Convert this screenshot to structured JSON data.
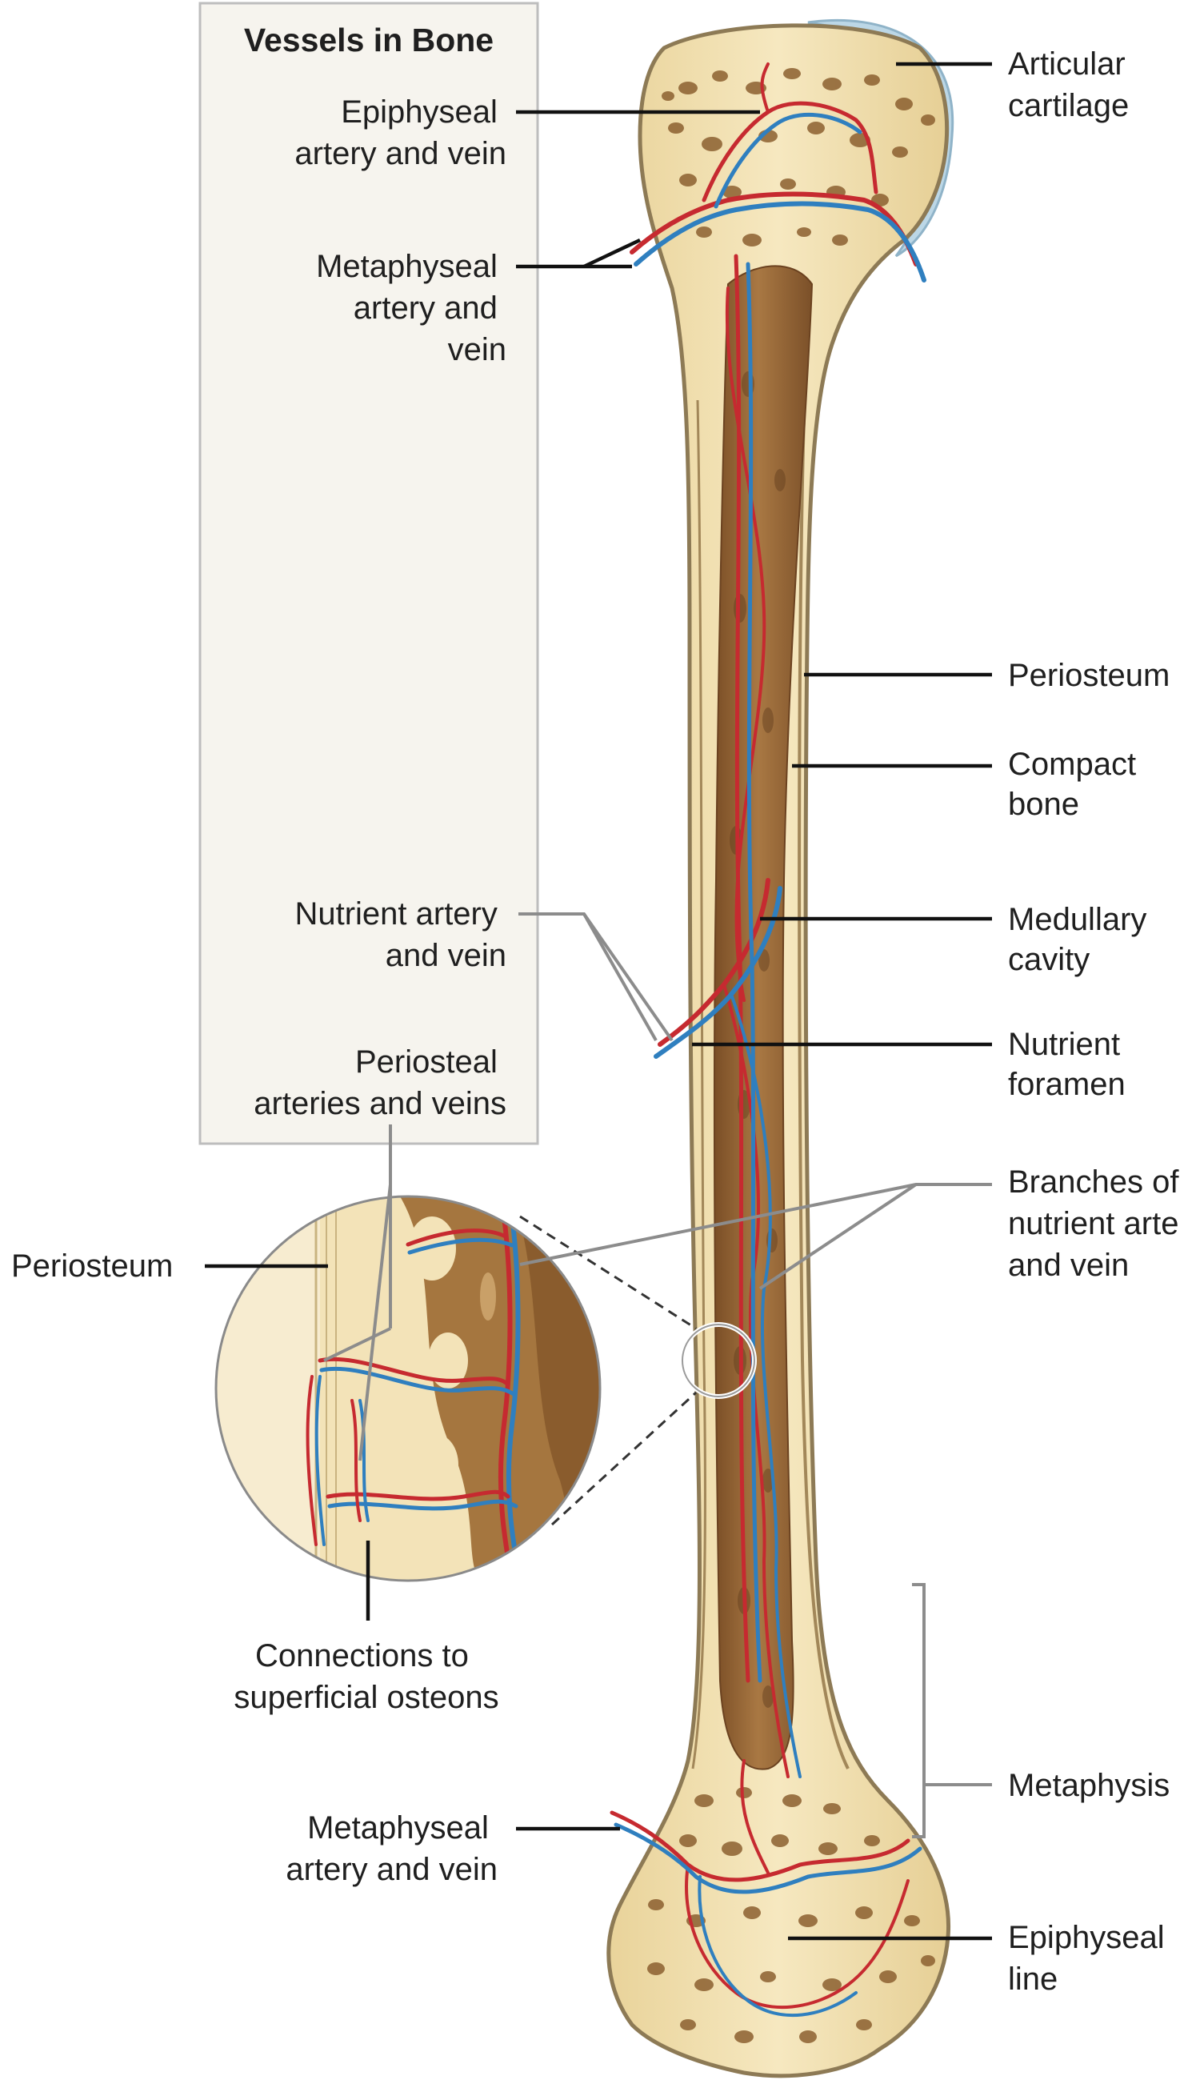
{
  "inset_box": {
    "title": "Vessels in Bone"
  },
  "labels": {
    "epiphyseal_artery_vein": [
      "Epiphyseal",
      "artery and vein"
    ],
    "metaphyseal_artery_vein_top": [
      "Metaphyseal",
      "artery and",
      "vein"
    ],
    "nutrient_artery_vein": [
      "Nutrient artery",
      "and vein"
    ],
    "periosteal_arteries_veins": [
      "Periosteal",
      "arteries and veins"
    ],
    "periosteum_left": [
      "Periosteum"
    ],
    "connections_superficial_osteons": [
      "Connections to",
      "superficial osteons"
    ],
    "metaphyseal_artery_vein_bottom": [
      "Metaphyseal",
      "artery and vein"
    ],
    "articular_cartilage": [
      "Articular",
      "cartilage"
    ],
    "periosteum_right": [
      "Periosteum"
    ],
    "compact_bone": [
      "Compact",
      "bone"
    ],
    "medullary_cavity": [
      "Medullary",
      "cavity"
    ],
    "nutrient_foramen": [
      "Nutrient",
      "foramen"
    ],
    "branches_nutrient": [
      "Branches of",
      "nutrient arte",
      "and vein"
    ],
    "metaphysis": [
      "Metaphysis"
    ],
    "epiphyseal_line": [
      "Epiphyseal",
      "line"
    ]
  },
  "colors": {
    "artery": "#c62a30",
    "vein": "#2f7fbf",
    "bone": "#f3e3b8",
    "marrow": "#9a6a3a",
    "cartilage": "#bcd7e6",
    "inset_box_bg": "#f6f4ee"
  }
}
